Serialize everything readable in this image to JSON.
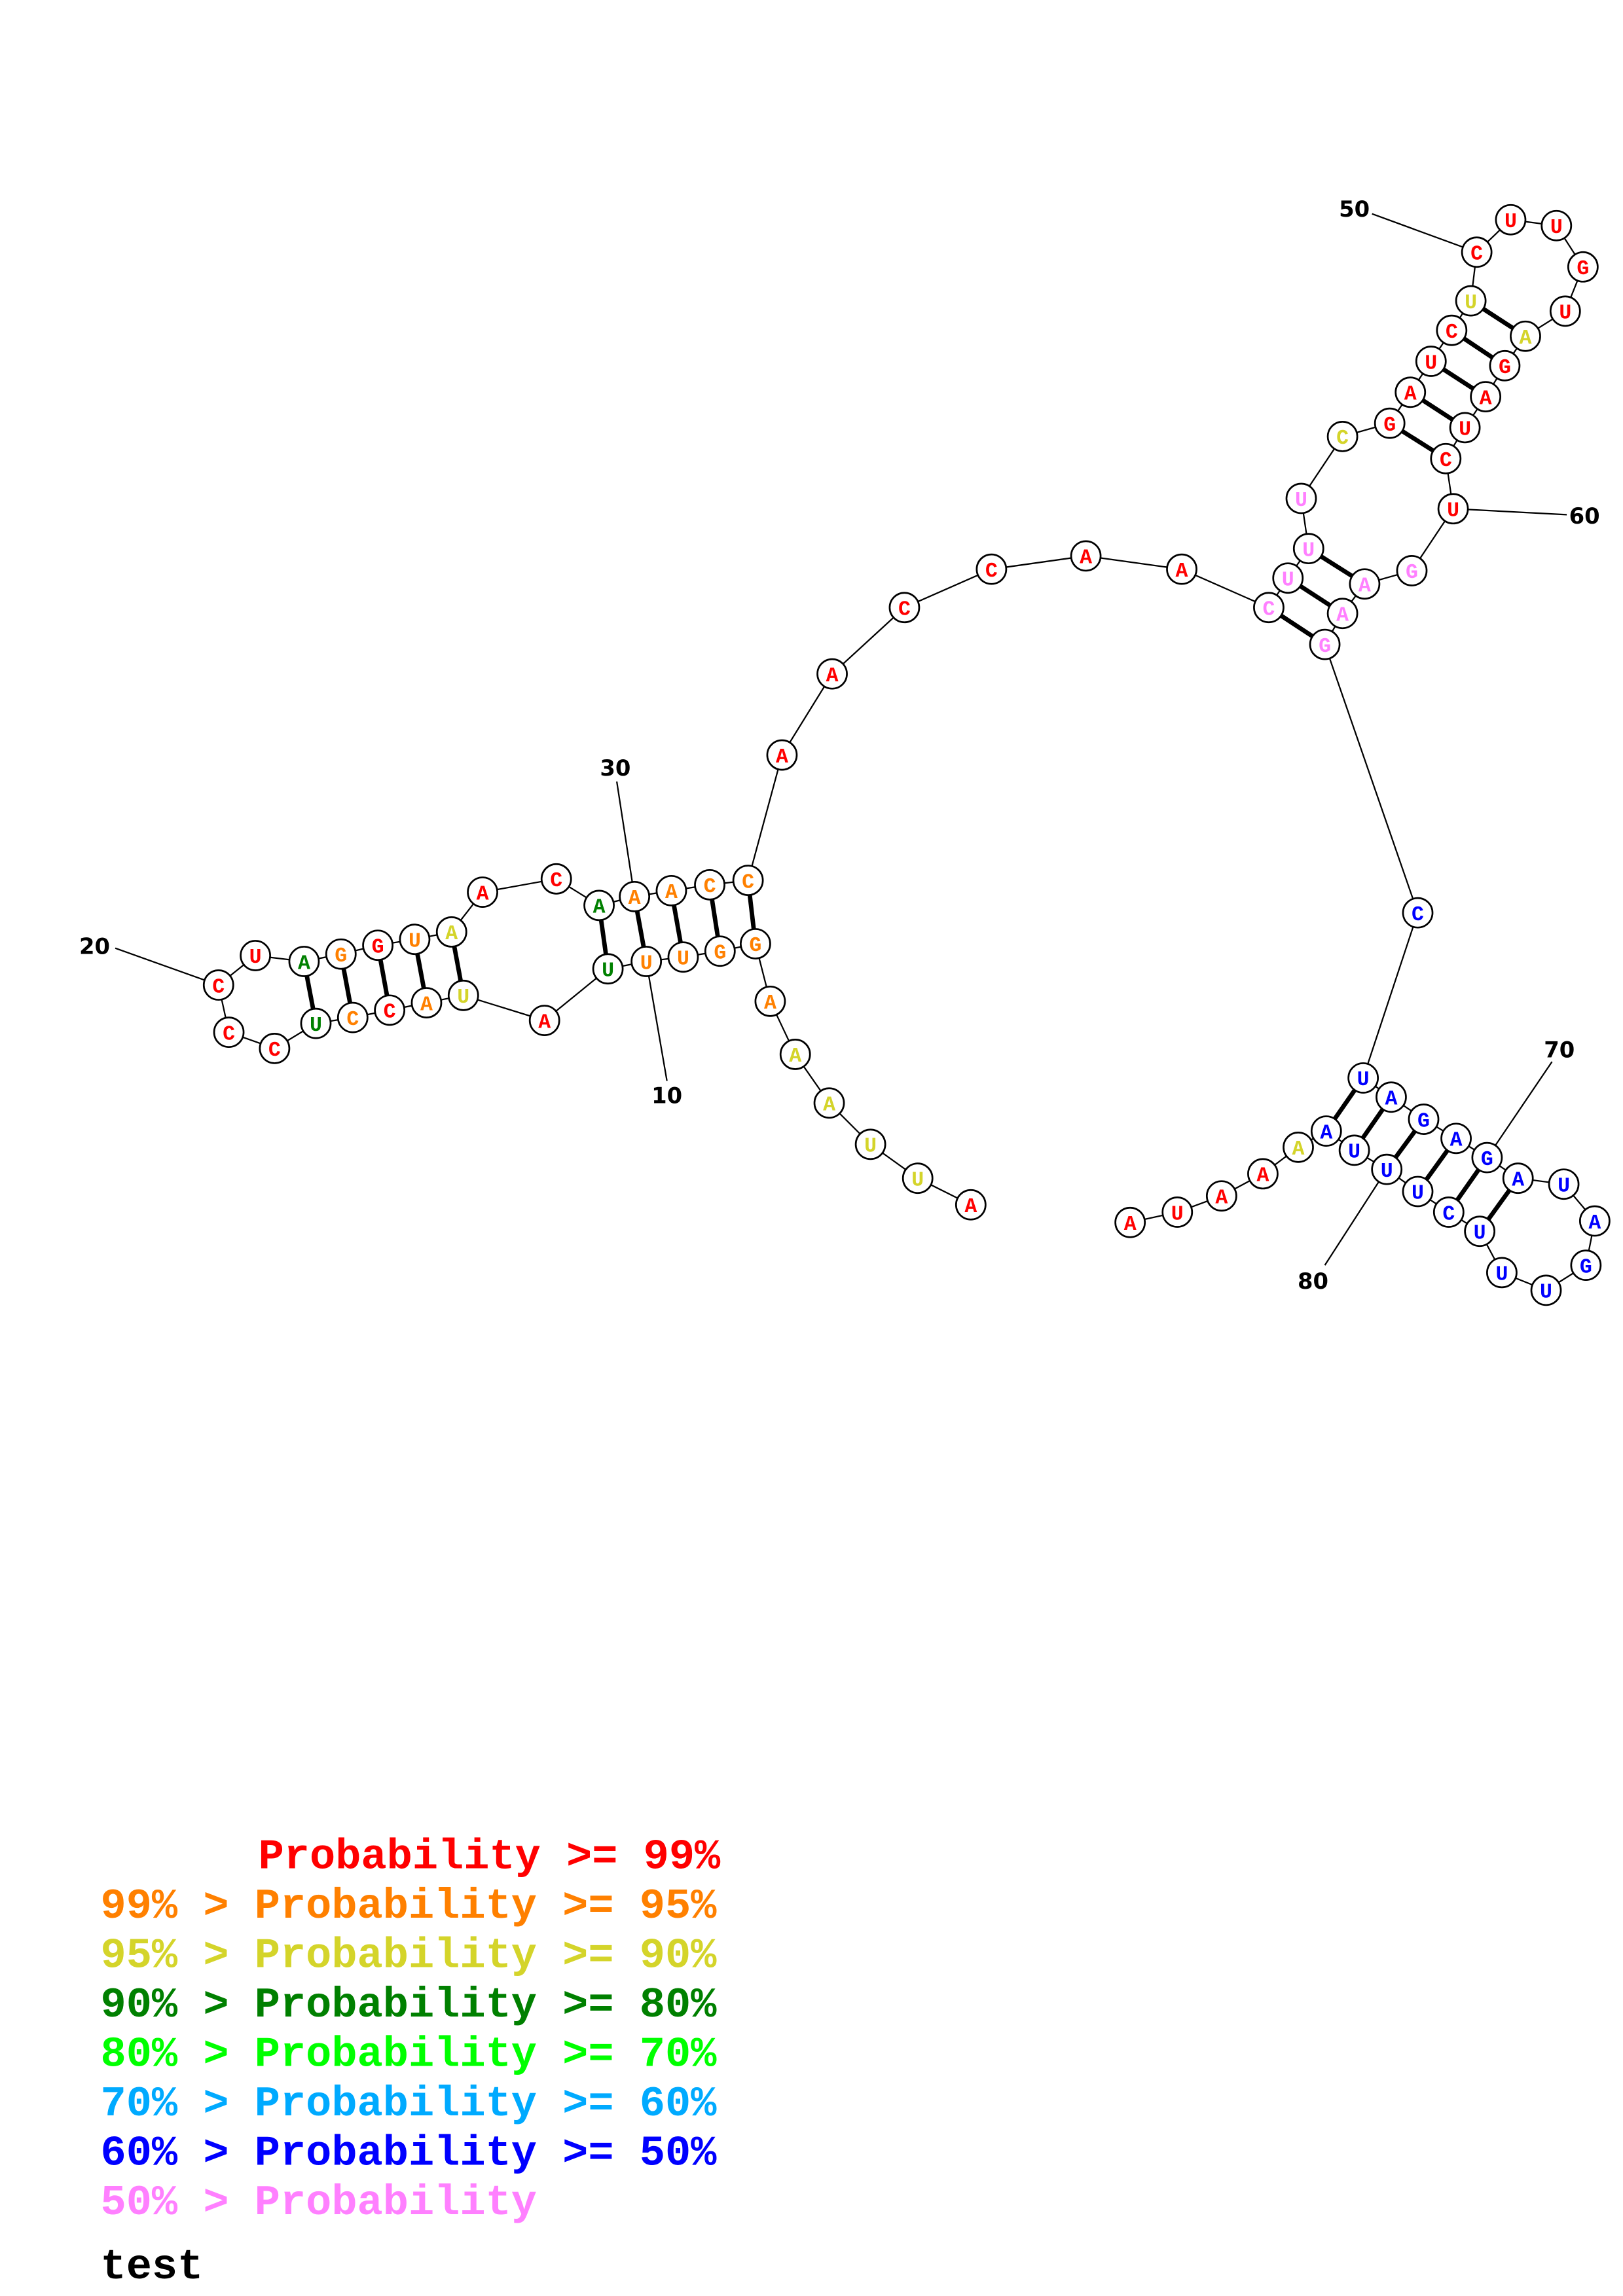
{
  "colors": {
    "r": "#ff0000",
    "o": "#ff8000",
    "y": "#d4d42a",
    "g": "#008000",
    "lg": "#00ff00",
    "c": "#00aaff",
    "b": "#0000ff",
    "p": "#ff80ff"
  },
  "sequence": [
    "A",
    "U",
    "U",
    "A",
    "A",
    "A",
    "G",
    "G",
    "U",
    "U",
    "U",
    "A",
    "U",
    "A",
    "C",
    "C",
    "U",
    "C",
    "C",
    "C",
    "U",
    "A",
    "G",
    "G",
    "U",
    "A",
    "A",
    "C",
    "A",
    "A",
    "A",
    "C",
    "C",
    "A",
    "A",
    "C",
    "C",
    "A",
    "A",
    "C",
    "U",
    "U",
    "U",
    "C",
    "G",
    "A",
    "U",
    "C",
    "U",
    "C",
    "U",
    "U",
    "G",
    "U",
    "A",
    "G",
    "A",
    "U",
    "C",
    "U",
    "G",
    "A",
    "A",
    "G",
    "C",
    "U",
    "A",
    "G",
    "A",
    "G",
    "A",
    "U",
    "A",
    "G",
    "U",
    "U",
    "U",
    "C",
    "U",
    "U",
    "U",
    "A",
    "A",
    "A",
    "A",
    "U",
    "A"
  ],
  "probability_class": [
    "r",
    "y",
    "y",
    "y",
    "y",
    "o",
    "o",
    "o",
    "o",
    "o",
    "g",
    "r",
    "y",
    "o",
    "r",
    "o",
    "g",
    "r",
    "r",
    "r",
    "r",
    "g",
    "o",
    "r",
    "o",
    "y",
    "r",
    "r",
    "g",
    "o",
    "o",
    "o",
    "o",
    "r",
    "r",
    "r",
    "r",
    "r",
    "r",
    "p",
    "p",
    "p",
    "p",
    "y",
    "r",
    "r",
    "r",
    "r",
    "y",
    "r",
    "r",
    "r",
    "r",
    "r",
    "y",
    "r",
    "r",
    "r",
    "r",
    "r",
    "p",
    "p",
    "p",
    "p",
    "b",
    "b",
    "b",
    "b",
    "b",
    "b",
    "b",
    "b",
    "b",
    "b",
    "b",
    "b",
    "b",
    "b",
    "b",
    "b",
    "b",
    "b",
    "y",
    "r",
    "r",
    "r",
    "r"
  ],
  "base_pairs": [
    [
      7,
      33
    ],
    [
      8,
      32
    ],
    [
      9,
      31
    ],
    [
      10,
      30
    ],
    [
      11,
      29
    ],
    [
      13,
      26
    ],
    [
      14,
      25
    ],
    [
      15,
      24
    ],
    [
      16,
      23
    ],
    [
      17,
      22
    ],
    [
      40,
      64
    ],
    [
      41,
      63
    ],
    [
      42,
      62
    ],
    [
      45,
      59
    ],
    [
      46,
      58
    ],
    [
      47,
      57
    ],
    [
      48,
      56
    ],
    [
      49,
      55
    ],
    [
      66,
      82
    ],
    [
      67,
      81
    ],
    [
      68,
      80
    ],
    [
      69,
      79
    ],
    [
      70,
      78
    ],
    [
      71,
      77
    ]
  ],
  "position_labels": [
    "10",
    "20",
    "30",
    "50",
    "60",
    "70",
    "80"
  ],
  "legend": [
    {
      "text": "Probability >= 99%",
      "cls": "r"
    },
    {
      "text": "99% > Probability >= 95%",
      "cls": "o"
    },
    {
      "text": "95% > Probability >= 90%",
      "cls": "y"
    },
    {
      "text": "90% > Probability >= 80%",
      "cls": "g"
    },
    {
      "text": "80% > Probability >= 70%",
      "cls": "lg"
    },
    {
      "text": "70% > Probability >= 60%",
      "cls": "c"
    },
    {
      "text": "60% > Probability >= 50%",
      "cls": "b"
    },
    {
      "text": "50% > Probability",
      "cls": "p"
    }
  ],
  "title": "test"
}
